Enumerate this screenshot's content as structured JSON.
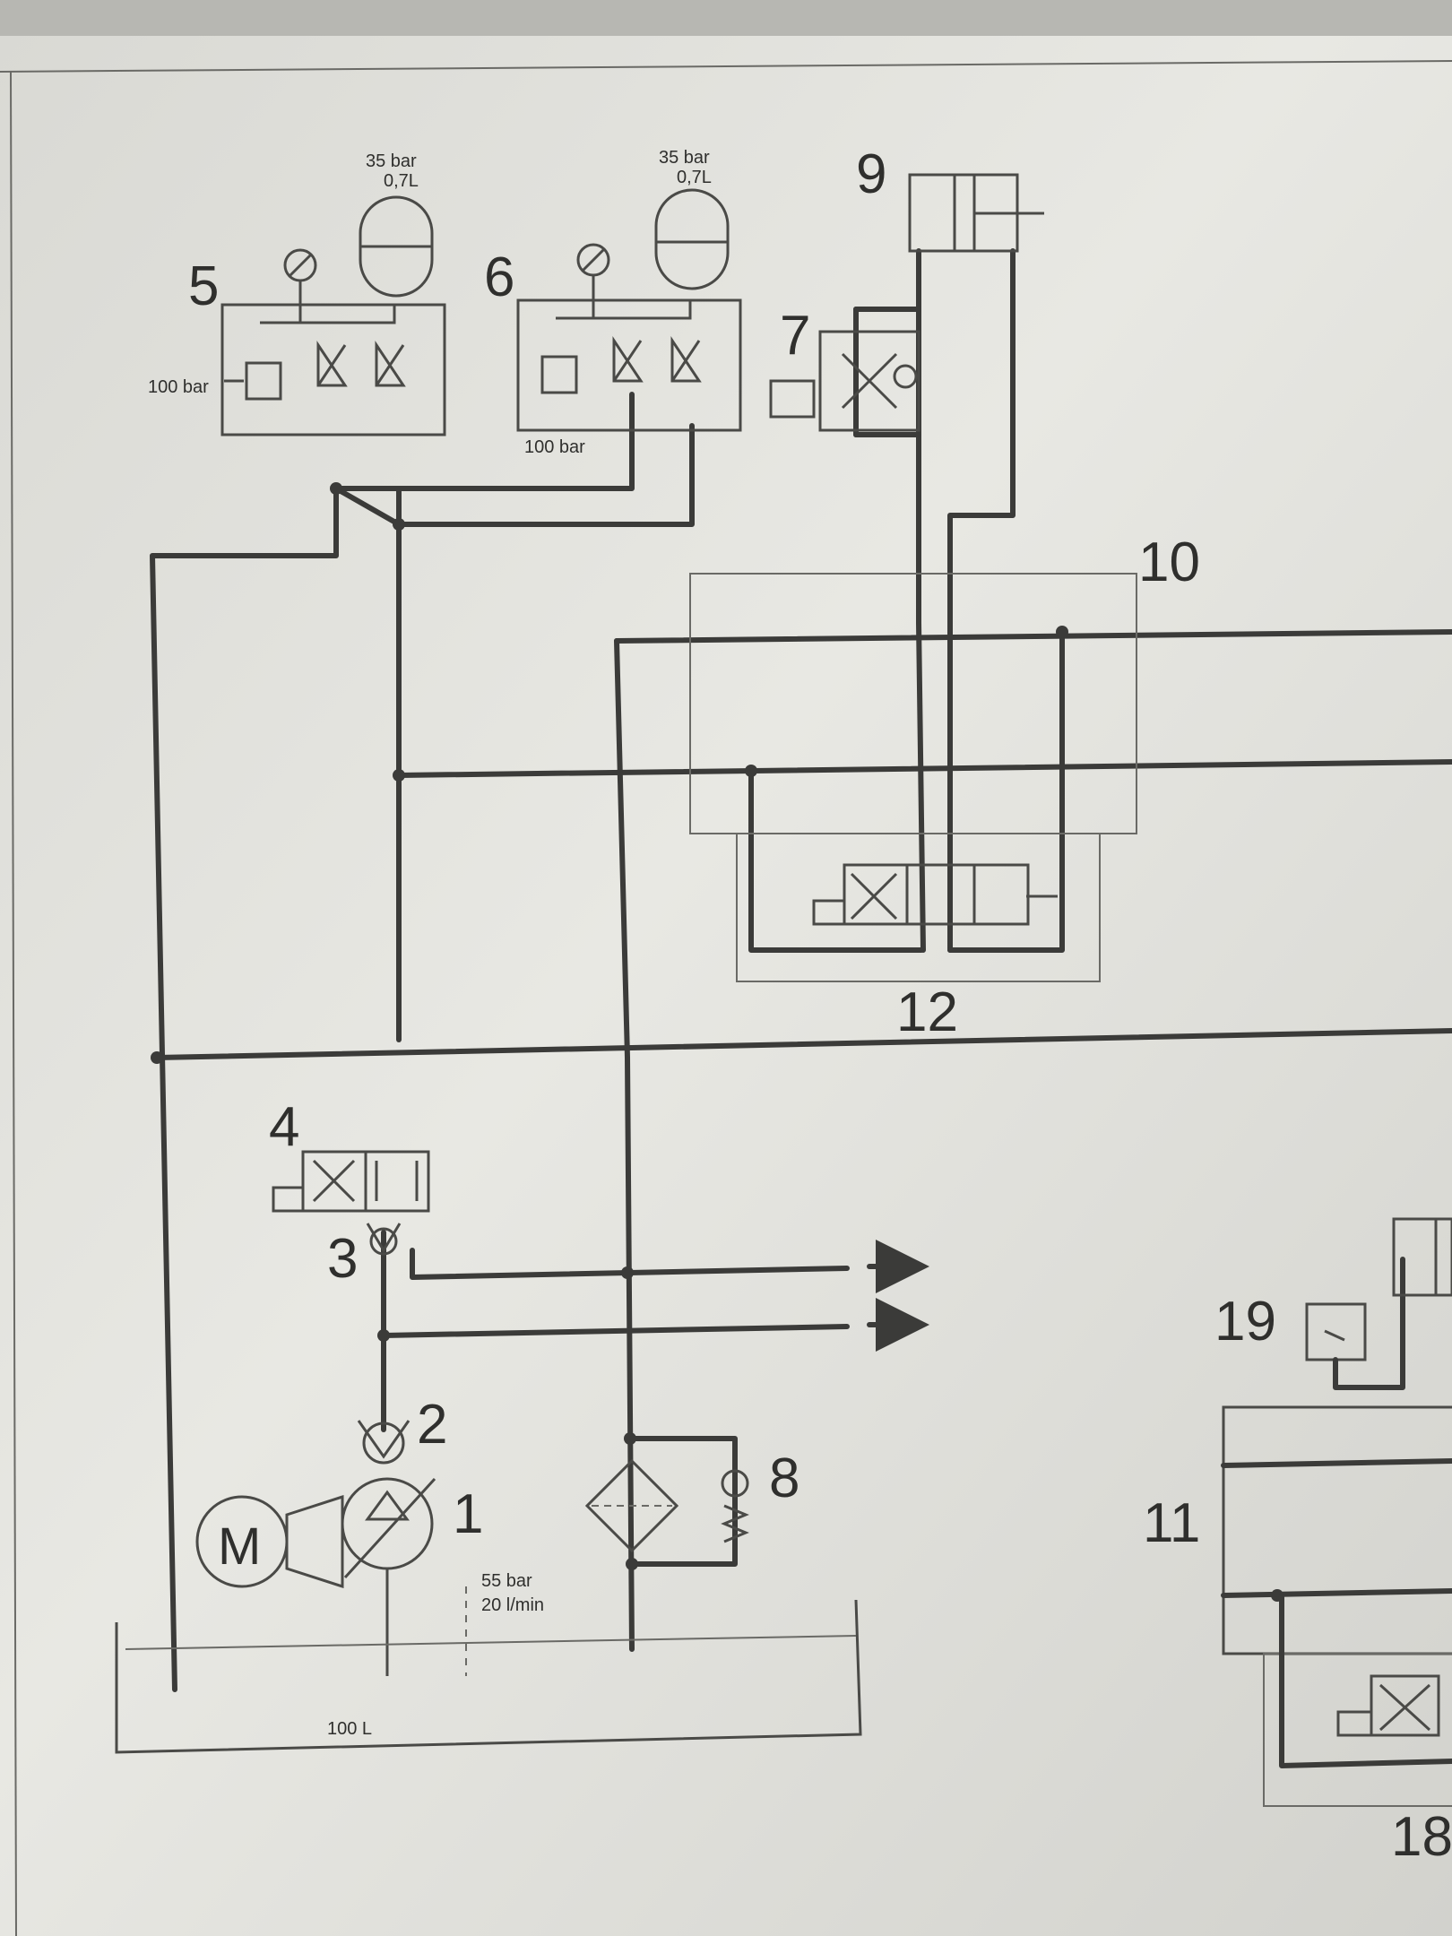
{
  "labels": {
    "n1": "1",
    "n2": "2",
    "n3": "3",
    "n4": "4",
    "n5": "5",
    "n6": "6",
    "n7": "7",
    "n8": "8",
    "n9": "9",
    "n10": "10",
    "n11": "11",
    "n12": "12",
    "n18": "18",
    "n19": "19"
  },
  "accumulator_5": {
    "pressure": "35 bar",
    "volume": "0,7L",
    "relief": "100 bar"
  },
  "accumulator_6": {
    "pressure": "35 bar",
    "volume": "0,7L",
    "relief": "100 bar"
  },
  "pump": {
    "motor": "M",
    "pressure": "55 bar",
    "flow": "20 l/min"
  },
  "tank": {
    "volume": "100 L"
  },
  "colors": {
    "paper": "#e4e4df",
    "ink": "#3b3b39",
    "shadow": "#b9b9b4"
  }
}
